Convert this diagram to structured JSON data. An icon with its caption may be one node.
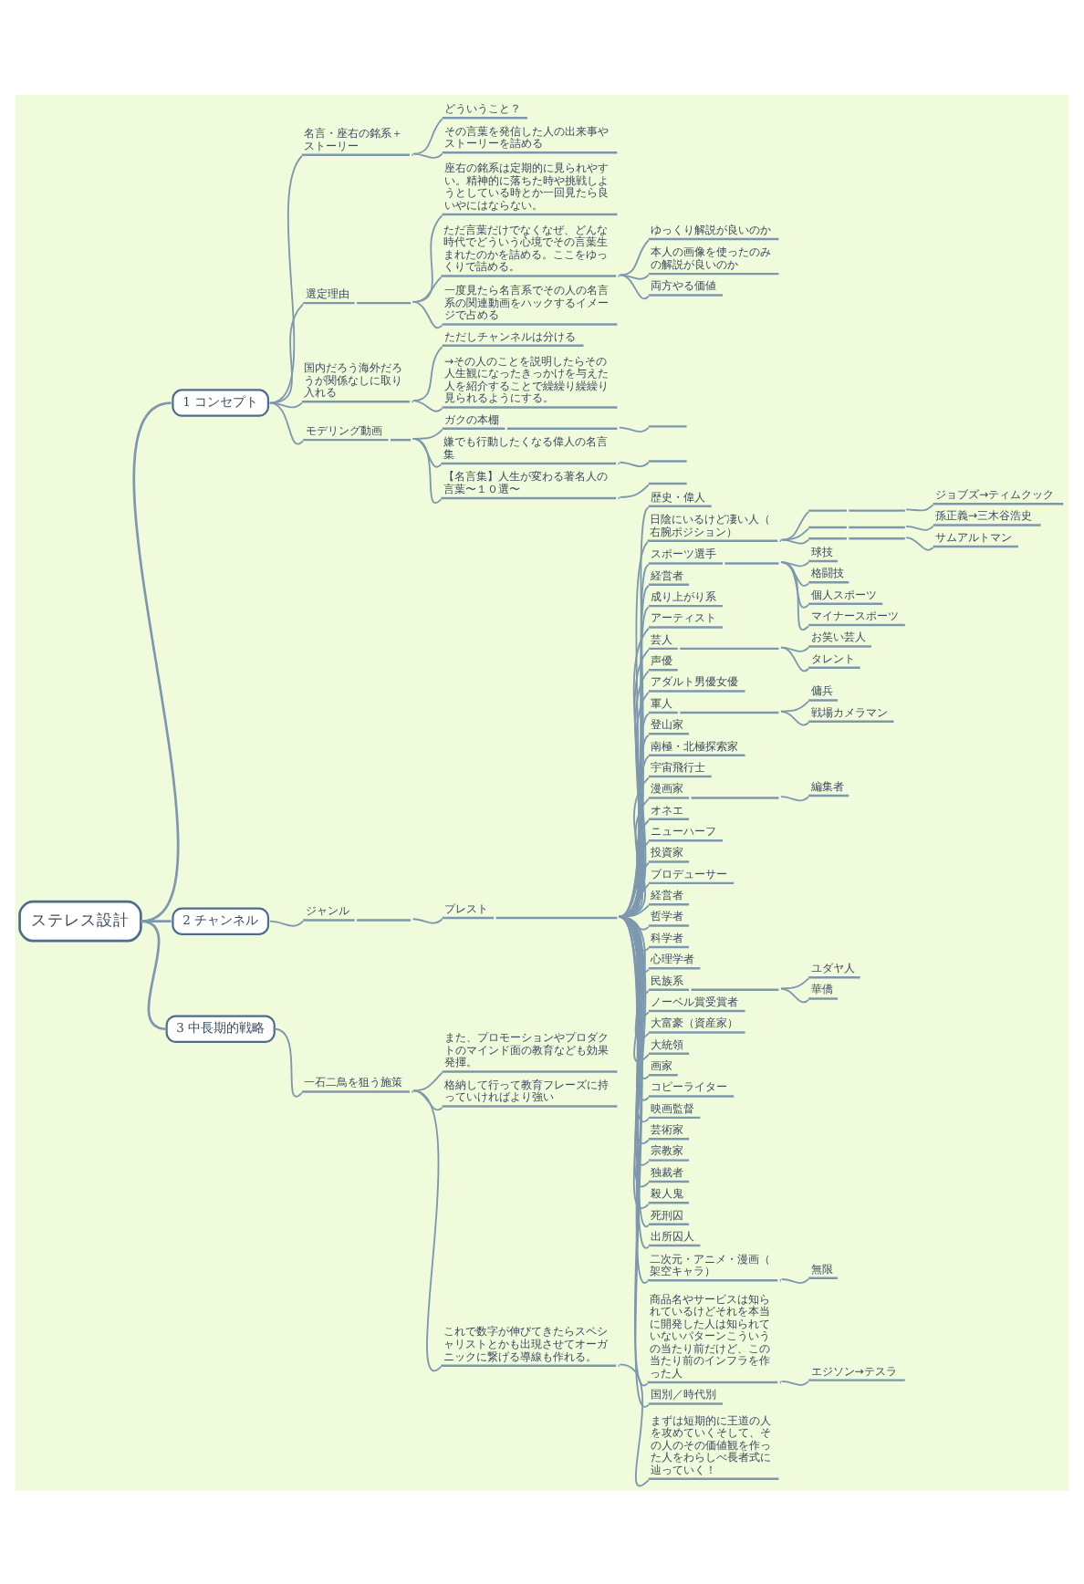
{
  "diagram": {
    "nodes": [
      {
        "text": [
          "ステレス設計"
        ]
      },
      {
        "text": [
          "1 コンセプト"
        ]
      },
      {
        "text": [
          "名言・座右の銘系＋ストーリー"
        ]
      },
      {
        "text": [
          "どういうこと？"
        ]
      },
      {
        "text": [
          "その言葉を発信した人の出来事やストーリーを詰める"
        ]
      },
      {
        "text": [
          "選定理由"
        ]
      },
      {
        "text": [
          "座右の銘系は定期的に見られやすい。精神的に落ちた時や挑戦しようとしている時とか一回見たら良いやにはならない。"
        ]
      },
      {
        "text": [
          "ただ言葉だけでなくなぜ、どんな時代でどういう心境でその言葉生まれたのかを詰める。ここをゆっくりで詰める。"
        ]
      },
      {
        "text": [
          "ゆっくり解説が良いのか"
        ]
      },
      {
        "text": [
          "本人の画像を使ったのみの解説が良いのか"
        ]
      },
      {
        "text": [
          "両方やる価値"
        ]
      },
      {
        "text": [
          "一度見たら名言系でその人の名言系の関連動画をハックするイメージで占める"
        ]
      },
      {
        "text": [
          "国内だろう海外だろうが関係なしに取り入れる"
        ]
      },
      {
        "text": [
          "ただしチャンネルは分ける"
        ]
      },
      {
        "text": [
          "→その人のことを説明したらその人生観になったきっかけを与えた人を紹介することで繰繰り繰繰り見られるようにする。"
        ]
      },
      {
        "text": [
          "モデリング動画"
        ]
      },
      {
        "text": [
          "ガクの本棚"
        ]
      },
      {
        "text": [],
        "shape": "bar"
      },
      {
        "text": [
          "嫌でも行動したくなる偉人の名言集"
        ]
      },
      {
        "text": [],
        "shape": "bar"
      },
      {
        "text": [
          "【名言集】人生が変わる著名人の言葉〜１０選〜"
        ]
      },
      {
        "text": [],
        "shape": "bar"
      },
      {
        "text": [
          "2 チャンネル"
        ]
      },
      {
        "text": [
          "ジャンル"
        ]
      },
      {
        "text": [
          "プレスト"
        ]
      },
      {
        "text": [
          "歴史・偉人"
        ]
      },
      {
        "text": [
          "日陰にいるけど凄い人（右腕ポジション）"
        ]
      },
      {
        "text": [],
        "shape": "bar"
      },
      {
        "text": [
          "ジョブズ→ティムクック"
        ]
      },
      {
        "text": [],
        "shape": "bar"
      },
      {
        "text": [
          "孫正義→三木谷浩史"
        ]
      },
      {
        "text": [],
        "shape": "bar"
      },
      {
        "text": [
          "サムアルトマン"
        ]
      },
      {
        "text": [
          "スポーツ選手"
        ]
      },
      {
        "text": [
          "球技"
        ]
      },
      {
        "text": [
          "格闘技"
        ]
      },
      {
        "text": [
          "個人スポーツ"
        ]
      },
      {
        "text": [
          "マイナースポーツ"
        ]
      },
      {
        "text": [
          "経営者"
        ]
      },
      {
        "text": [
          "成り上がり系"
        ]
      },
      {
        "text": [
          "アーティスト"
        ]
      },
      {
        "text": [
          "芸人"
        ]
      },
      {
        "text": [
          "お笑い芸人"
        ]
      },
      {
        "text": [
          "タレント"
        ]
      },
      {
        "text": [
          "声優"
        ]
      },
      {
        "text": [
          "アダルト男優女優"
        ]
      },
      {
        "text": [
          "軍人"
        ]
      },
      {
        "text": [
          "傭兵"
        ]
      },
      {
        "text": [
          "戦場カメラマン"
        ]
      },
      {
        "text": [
          "登山家"
        ]
      },
      {
        "text": [
          "南極・北極探索家"
        ]
      },
      {
        "text": [
          "宇宙飛行士"
        ]
      },
      {
        "text": [
          "漫画家"
        ]
      },
      {
        "text": [
          "編集者"
        ]
      },
      {
        "text": [
          "オネエ"
        ]
      },
      {
        "text": [
          "ニューハーフ"
        ]
      },
      {
        "text": [
          "投資家"
        ]
      },
      {
        "text": [
          "プロデューサー"
        ]
      },
      {
        "text": [
          "経営者"
        ]
      },
      {
        "text": [
          "哲学者"
        ]
      },
      {
        "text": [
          "科学者"
        ]
      },
      {
        "text": [
          "心理学者"
        ]
      },
      {
        "text": [
          "民族系"
        ]
      },
      {
        "text": [
          "ユダヤ人"
        ]
      },
      {
        "text": [
          "華僑"
        ]
      },
      {
        "text": [
          "ノーベル賞受賞者"
        ]
      },
      {
        "text": [
          "大富豪（資産家）"
        ]
      },
      {
        "text": [
          "大統領"
        ]
      },
      {
        "text": [
          "画家"
        ]
      },
      {
        "text": [
          "コピーライター"
        ]
      },
      {
        "text": [
          "映画監督"
        ]
      },
      {
        "text": [
          "芸術家"
        ]
      },
      {
        "text": [
          "宗教家"
        ]
      },
      {
        "text": [
          "独裁者"
        ]
      },
      {
        "text": [
          "殺人鬼"
        ]
      },
      {
        "text": [
          "死刑囚"
        ]
      },
      {
        "text": [
          "出所囚人"
        ]
      },
      {
        "text": [
          "二次元・アニメ・漫画（架空キャラ）"
        ]
      },
      {
        "text": [
          "無限"
        ]
      },
      {
        "text": [
          "商品名やサービスは知られているけどそれを本当に開発した人は知られていないパターンこういうの当たり前だけど、この当たり前のインフラを作った人"
        ]
      },
      {
        "text": [
          "エジソン→テスラ"
        ]
      },
      {
        "text": [
          "国別／時代別"
        ]
      },
      {
        "text": [
          "3 中長期的戦略"
        ]
      },
      {
        "text": [
          "一石二鳥を狙う施策"
        ]
      },
      {
        "text": [
          "また、プロモーションやプロダクトのマインド面の教育なども効果発揮。"
        ]
      },
      {
        "text": [
          "格納して行って教育フレーズに持っていければより強い"
        ]
      },
      {
        "text": [
          "これで数字が伸びてきたらスペシャリストとかも出現させてオーガニックに繋げる導線も作れる。"
        ]
      },
      {
        "text": [
          "まずは短期的に王道の人を攻めていくそして、その人のその価値観を作った人をわらしべ長者式に辿っていく！"
        ]
      }
    ],
    "edges": [
      {
        "from": 0,
        "to": 1,
        "arrow": "none"
      },
      {
        "from": 1,
        "to": 2,
        "arrow": "none"
      },
      {
        "from": 2,
        "to": 3,
        "arrow": "none"
      },
      {
        "from": 2,
        "to": 4,
        "arrow": "none"
      },
      {
        "from": 1,
        "to": 5,
        "arrow": "none"
      },
      {
        "from": 5,
        "to": 6,
        "arrow": "none"
      },
      {
        "from": 5,
        "to": 7,
        "arrow": "none"
      },
      {
        "from": 7,
        "to": 8,
        "arrow": "none"
      },
      {
        "from": 7,
        "to": 9,
        "arrow": "none"
      },
      {
        "from": 7,
        "to": 10,
        "arrow": "none"
      },
      {
        "from": 5,
        "to": 11,
        "arrow": "none"
      },
      {
        "from": 1,
        "to": 12,
        "arrow": "none"
      },
      {
        "from": 12,
        "to": 13,
        "arrow": "none"
      },
      {
        "from": 12,
        "to": 14,
        "arrow": "none"
      },
      {
        "from": 1,
        "to": 15,
        "arrow": "none"
      },
      {
        "from": 15,
        "to": 16,
        "arrow": "none"
      },
      {
        "from": 16,
        "to": 17,
        "arrow": "none"
      },
      {
        "from": 15,
        "to": 18,
        "arrow": "none"
      },
      {
        "from": 18,
        "to": 19,
        "arrow": "none"
      },
      {
        "from": 15,
        "to": 20,
        "arrow": "none"
      },
      {
        "from": 20,
        "to": 21,
        "arrow": "none"
      },
      {
        "from": 0,
        "to": 22,
        "arrow": "none"
      },
      {
        "from": 22,
        "to": 23,
        "arrow": "none"
      },
      {
        "from": 23,
        "to": 24,
        "arrow": "none"
      },
      {
        "from": 24,
        "to": 25,
        "arrow": "none"
      },
      {
        "from": 24,
        "to": 26,
        "arrow": "none"
      },
      {
        "from": 26,
        "to": 27,
        "arrow": "none"
      },
      {
        "from": 27,
        "to": 28,
        "arrow": "none"
      },
      {
        "from": 26,
        "to": 29,
        "arrow": "none"
      },
      {
        "from": 29,
        "to": 30,
        "arrow": "none"
      },
      {
        "from": 26,
        "to": 31,
        "arrow": "none"
      },
      {
        "from": 31,
        "to": 32,
        "arrow": "none"
      },
      {
        "from": 24,
        "to": 33,
        "arrow": "none"
      },
      {
        "from": 33,
        "to": 34,
        "arrow": "none"
      },
      {
        "from": 33,
        "to": 35,
        "arrow": "none"
      },
      {
        "from": 33,
        "to": 36,
        "arrow": "none"
      },
      {
        "from": 33,
        "to": 37,
        "arrow": "none"
      },
      {
        "from": 24,
        "to": 38,
        "arrow": "none"
      },
      {
        "from": 24,
        "to": 39,
        "arrow": "none"
      },
      {
        "from": 24,
        "to": 40,
        "arrow": "none"
      },
      {
        "from": 24,
        "to": 41,
        "arrow": "none"
      },
      {
        "from": 41,
        "to": 42,
        "arrow": "none"
      },
      {
        "from": 41,
        "to": 43,
        "arrow": "none"
      },
      {
        "from": 24,
        "to": 44,
        "arrow": "none"
      },
      {
        "from": 24,
        "to": 45,
        "arrow": "none"
      },
      {
        "from": 24,
        "to": 46,
        "arrow": "none"
      },
      {
        "from": 46,
        "to": 47,
        "arrow": "none"
      },
      {
        "from": 46,
        "to": 48,
        "arrow": "none"
      },
      {
        "from": 24,
        "to": 49,
        "arrow": "none"
      },
      {
        "from": 24,
        "to": 50,
        "arrow": "none"
      },
      {
        "from": 24,
        "to": 51,
        "arrow": "none"
      },
      {
        "from": 24,
        "to": 52,
        "arrow": "none"
      },
      {
        "from": 52,
        "to": 53,
        "arrow": "none"
      },
      {
        "from": 24,
        "to": 54,
        "arrow": "none"
      },
      {
        "from": 24,
        "to": 55,
        "arrow": "none"
      },
      {
        "from": 24,
        "to": 56,
        "arrow": "none"
      },
      {
        "from": 24,
        "to": 57,
        "arrow": "none"
      },
      {
        "from": 24,
        "to": 58,
        "arrow": "none"
      },
      {
        "from": 24,
        "to": 59,
        "arrow": "none"
      },
      {
        "from": 24,
        "to": 60,
        "arrow": "none"
      },
      {
        "from": 24,
        "to": 61,
        "arrow": "none"
      },
      {
        "from": 24,
        "to": 62,
        "arrow": "none"
      },
      {
        "from": 62,
        "to": 63,
        "arrow": "none"
      },
      {
        "from": 62,
        "to": 64,
        "arrow": "none"
      },
      {
        "from": 24,
        "to": 65,
        "arrow": "none"
      },
      {
        "from": 24,
        "to": 66,
        "arrow": "none"
      },
      {
        "from": 24,
        "to": 67,
        "arrow": "none"
      },
      {
        "from": 24,
        "to": 68,
        "arrow": "none"
      },
      {
        "from": 24,
        "to": 69,
        "arrow": "none"
      },
      {
        "from": 24,
        "to": 70,
        "arrow": "none"
      },
      {
        "from": 24,
        "to": 71,
        "arrow": "none"
      },
      {
        "from": 24,
        "to": 72,
        "arrow": "none"
      },
      {
        "from": 24,
        "to": 73,
        "arrow": "none"
      },
      {
        "from": 24,
        "to": 74,
        "arrow": "none"
      },
      {
        "from": 24,
        "to": 75,
        "arrow": "none"
      },
      {
        "from": 24,
        "to": 76,
        "arrow": "none"
      },
      {
        "from": 24,
        "to": 77,
        "arrow": "none"
      },
      {
        "from": 77,
        "to": 78,
        "arrow": "none"
      },
      {
        "from": 24,
        "to": 79,
        "arrow": "none"
      },
      {
        "from": 79,
        "to": 80,
        "arrow": "none"
      },
      {
        "from": 24,
        "to": 81,
        "arrow": "none"
      },
      {
        "from": 0,
        "to": 82,
        "arrow": "none"
      },
      {
        "from": 82,
        "to": 83,
        "arrow": "none"
      },
      {
        "from": 83,
        "to": 84,
        "arrow": "none"
      },
      {
        "from": 83,
        "to": 85,
        "arrow": "none"
      },
      {
        "from": 83,
        "to": 86,
        "arrow": "none"
      },
      {
        "from": 86,
        "to": 87,
        "arrow": "none"
      }
    ]
  }
}
